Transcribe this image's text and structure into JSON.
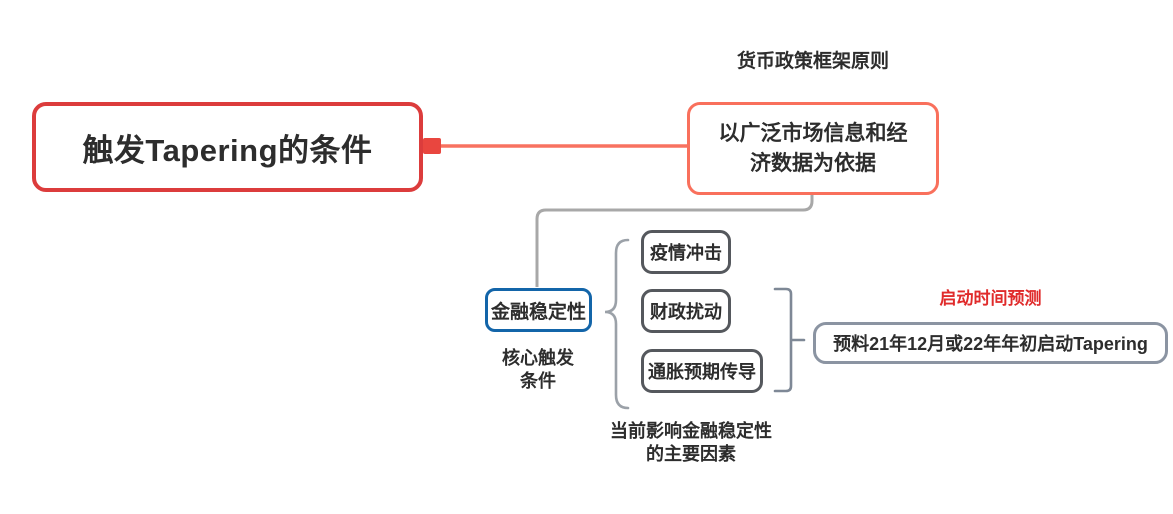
{
  "root_topic": {
    "label": "触发Tapering的条件"
  },
  "principle_topic": {
    "caption": "货币政策框架原则",
    "label": "以广泛市场信息和经\n济数据为依据"
  },
  "stability_topic": {
    "label": "金融稳定性",
    "caption": "核心触发\n条件"
  },
  "factor_topics": {
    "items": [
      "疫情冲击",
      "财政扰动",
      "通胀预期传导"
    ],
    "caption": "当前影响金融稳定性\n的主要因素"
  },
  "prediction_topic": {
    "caption": "启动时间预测",
    "label": "预料21年12月或22年年初启动Tapering"
  },
  "colors": {
    "canvas_bg": "#ffffff",
    "root_border": "#dc3c3c",
    "connector_square": "#e9463f",
    "connector_red": "#f87260",
    "principle_border": "#f9705c",
    "connector_gray": "#a8a8a8",
    "stability_border": "#1365a9",
    "brace": "#9ba1a8",
    "factor_border": "#55585d",
    "bracket": "#7e8896",
    "prediction_border": "#8b94a2",
    "caption_red": "#e02b2b",
    "text_dark": "#2d2d2d"
  }
}
